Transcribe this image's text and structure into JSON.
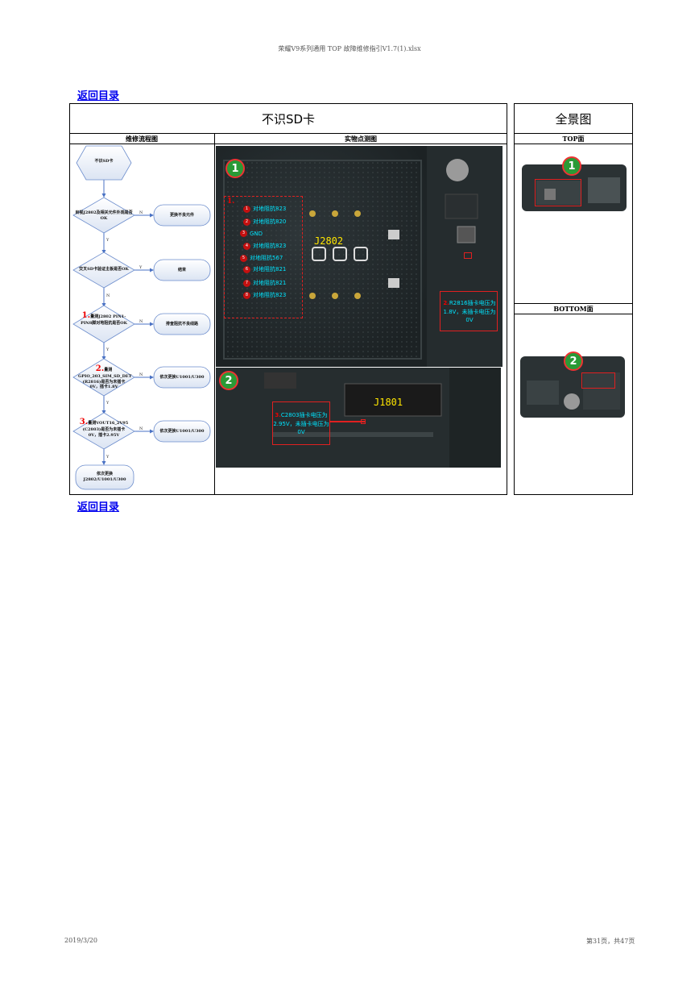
{
  "page_header": "荣耀V9系列通用 TOP 故障维修指引V1.7(1).xlsx",
  "back_link": "返回目录",
  "main_title": "不识SD卡",
  "panorama_title": "全景图",
  "col_flow": "维修流程图",
  "col_photo": "实物点测图",
  "top_side": "TOP面",
  "bottom_side": "BOTTOM面",
  "flow": {
    "start": "不识SD卡",
    "d1": "目视J2802及相关元件外观是否OK",
    "r1": "更换不良元件",
    "d2": "交叉SD卡验证主板是否OK",
    "r2": "结束",
    "d3_num": "1.",
    "d3": "量测J2802 PIN1-PIN8脚对地阻抗是否OK",
    "r3": "排查阻抗不良线路",
    "d4_num": "2.",
    "d4": "量测GPIO_203_SIM_SD_DET (R2816)是否为未插卡0V，插卡1.8V",
    "r4": "依次更换U1001/U300",
    "d5_num": "3.",
    "d5": "量测VOUT16_2V95 (C2803)是否为未插卡0V，插卡2.95V",
    "r5": "依次更换U1001/U300",
    "end": "依次更换J2802/U1001/U300",
    "yes": "Y",
    "no": "N"
  },
  "photo1": {
    "badge": "1",
    "group_num": "1.",
    "connector": "J2802",
    "pins": [
      {
        "n": "1",
        "label": "对地阻抗823"
      },
      {
        "n": "2",
        "label": "对地阻抗820"
      },
      {
        "n": "3",
        "label": "GND"
      },
      {
        "n": "4",
        "label": "对地阻抗823"
      },
      {
        "n": "5",
        "label": "对地阻抗567"
      },
      {
        "n": "6",
        "label": "对地阻抗821"
      },
      {
        "n": "7",
        "label": "对地阻抗821"
      },
      {
        "n": "8",
        "label": "对地阻抗823"
      }
    ],
    "note_num": "2.",
    "note": "R2816插卡电压为1.8V，未插卡电压为0V"
  },
  "photo2": {
    "badge": "2",
    "connector": "J1801",
    "note_num": "3.",
    "note": "C2803插卡电压为2.95V，未插卡电压为0V"
  },
  "top_badge": "1",
  "bottom_badge": "2",
  "footer_date": "2019/3/20",
  "footer_page": "第31页，共47页"
}
